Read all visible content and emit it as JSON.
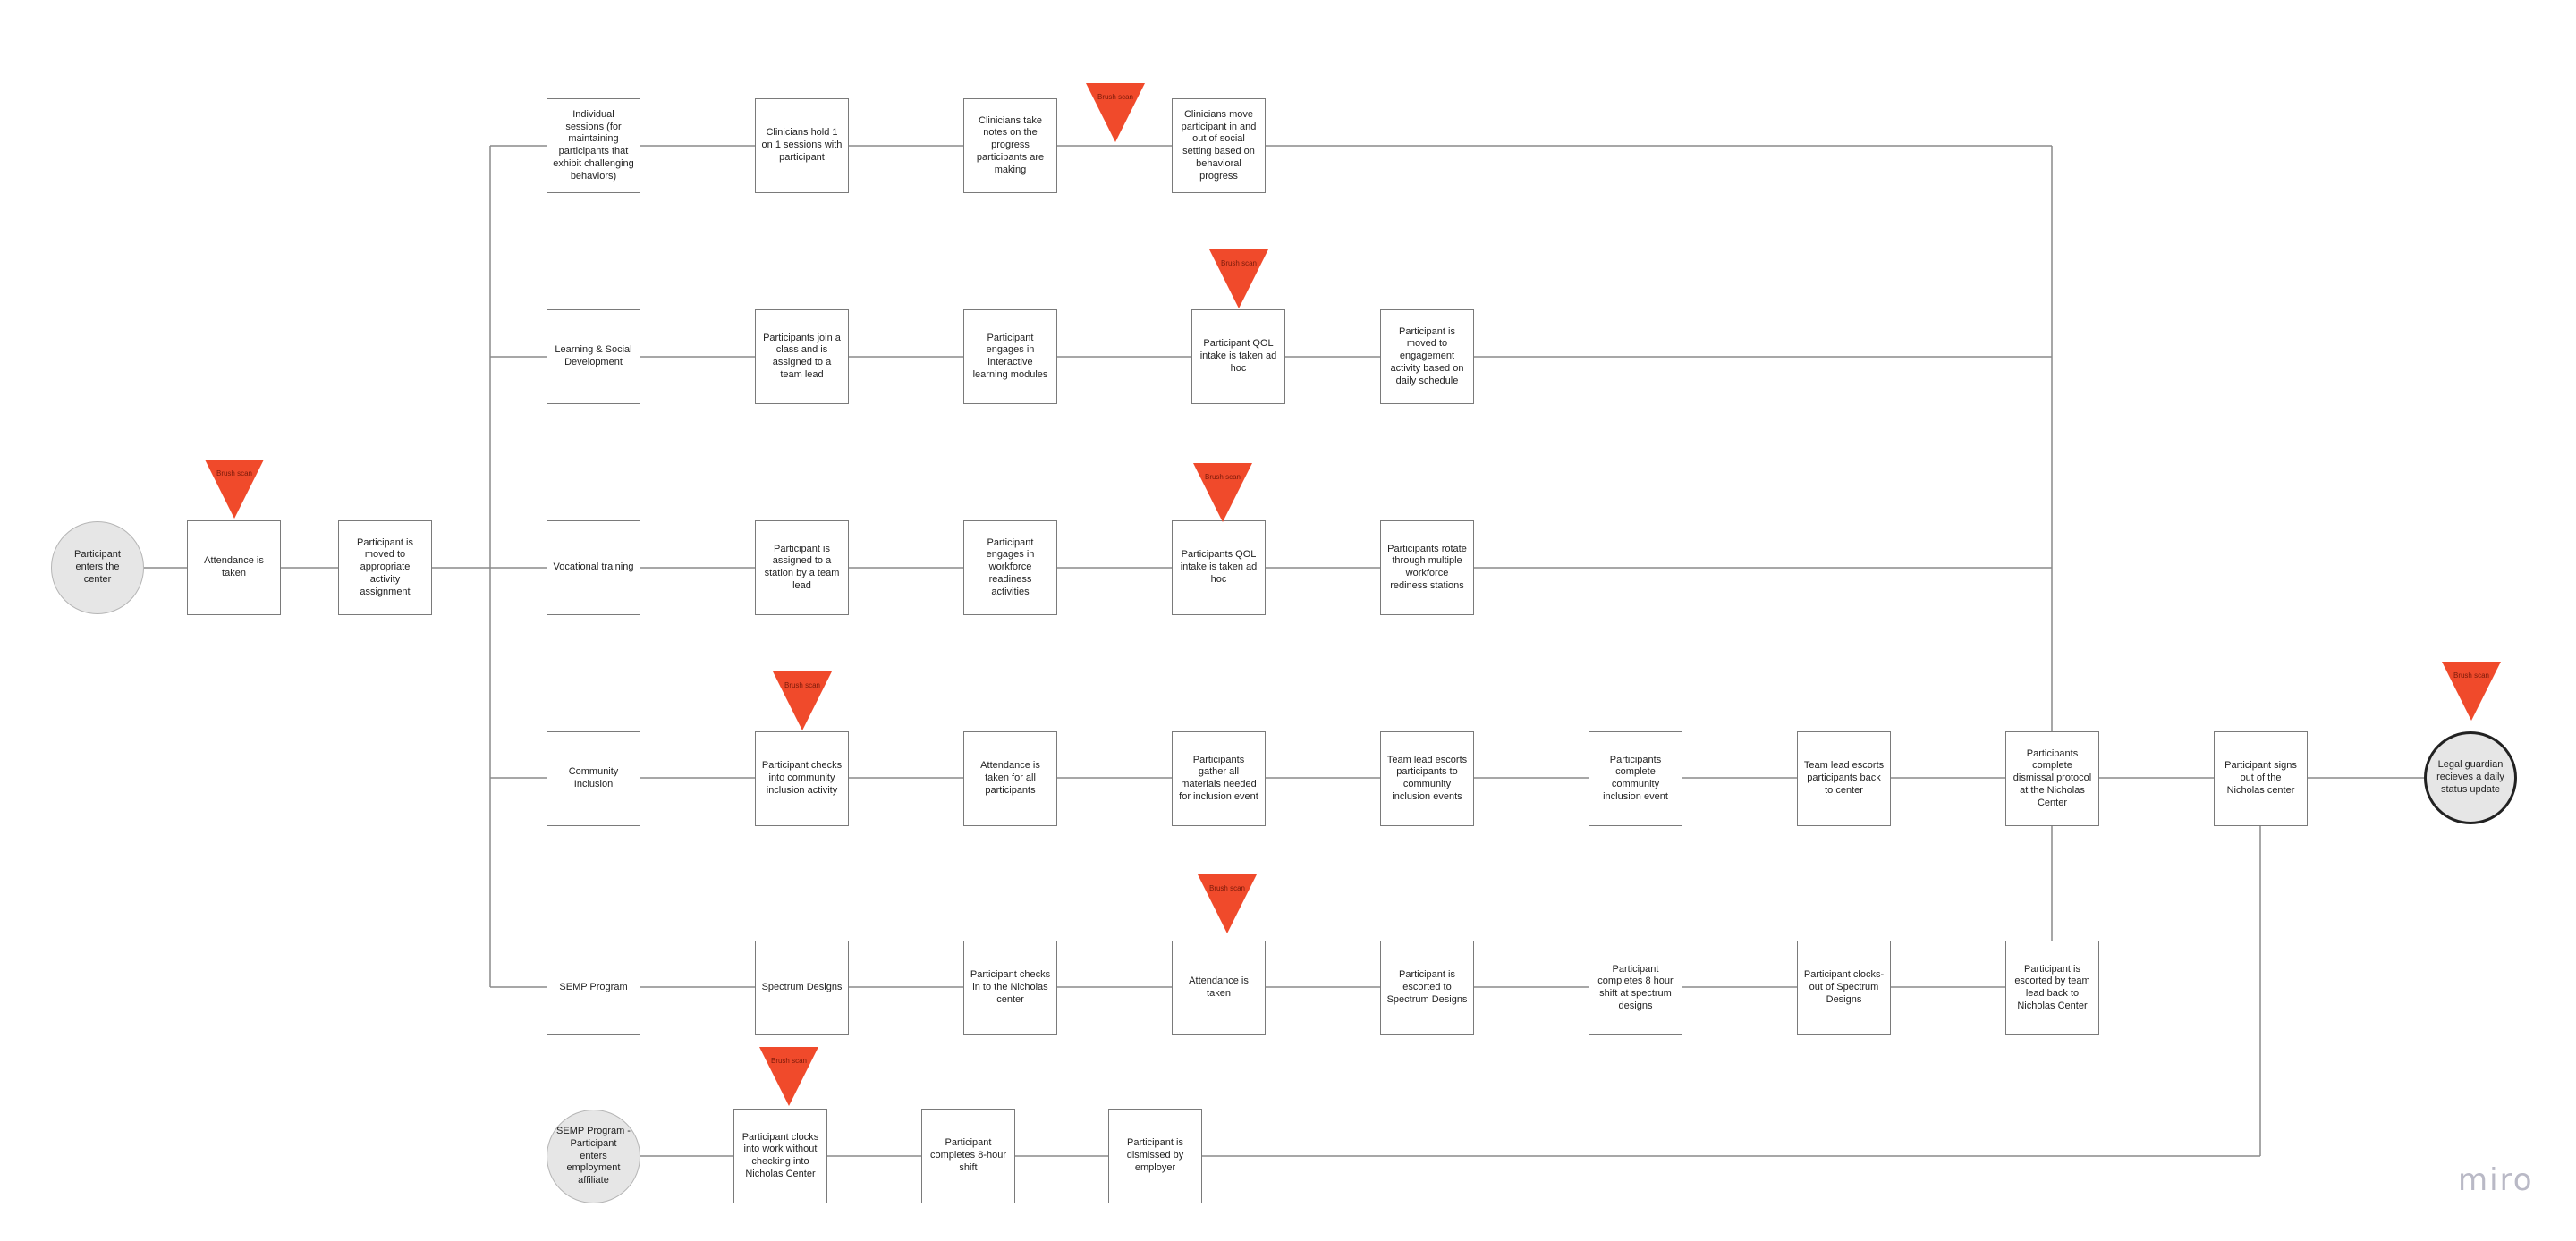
{
  "app": {
    "watermark": "miro"
  },
  "colors": {
    "accent_triangle": "#f04a2b",
    "connector": "#8a8a8a",
    "box_border": "#7a7a7a",
    "circle_fill": "#e6e6e6"
  },
  "icons": {
    "marker": "warning-triangle-icon"
  },
  "diagram": {
    "marker_label": "Brush scan",
    "start": "Participant enters the center",
    "attendance": "Attendance is taken",
    "assignment": "Participant is moved to appropriate activity assignment",
    "tracks": {
      "individual": {
        "label": "Individual sessions (for maintaining participants that exhibit challenging behaviors)",
        "steps": [
          "Clinicians hold 1 on 1 sessions with participant",
          "Clinicians take notes on the progress participants are making",
          "Clinicians move participant in and out of social setting based on behavioral progress"
        ]
      },
      "learning": {
        "label": "Learning & Social Development",
        "steps": [
          "Participants join a class and is assigned to a team lead",
          "Participant engages in interactive learning modules",
          "Participant QOL intake is taken ad hoc",
          "Participant is moved to engagement activity based on daily schedule"
        ]
      },
      "vocational": {
        "label": "Vocational training",
        "steps": [
          "Participant is assigned to a station by a team lead",
          "Participant engages in workforce readiness activities",
          "Participants QOL intake is taken ad hoc",
          "Participants rotate through multiple workforce rediness stations"
        ]
      },
      "community": {
        "label": "Community Inclusion",
        "steps": [
          "Participant checks into community inclusion activity",
          "Attendance is taken for all participants",
          "Participants gather all materials needed for inclusion event",
          "Team lead escorts participants to community inclusion events",
          "Participants complete community inclusion event",
          "Team lead escorts participants back to center"
        ]
      },
      "semp": {
        "label": "SEMP Program",
        "steps": [
          "Spectrum Designs",
          "Participant checks in to the Nicholas center",
          "Attendance is taken",
          "Participant is escorted to Spectrum Designs",
          "Participant completes 8 hour shift at spectrum designs",
          "Participant clocks-out of Spectrum Designs",
          "Participant is escorted by team lead back to Nicholas Center"
        ]
      },
      "affiliate": {
        "label": "SEMP Program - Participant enters employment affiliate",
        "steps": [
          "Participant clocks into work without checking into Nicholas Center",
          "Participant completes 8-hour shift",
          "Participant is dismissed by employer"
        ]
      }
    },
    "dismissal": "Participants complete dismissal protocol at the Nicholas Center",
    "signout": "Participant signs out of the Nicholas center",
    "end": "Legal guardian recieves a daily status update"
  }
}
